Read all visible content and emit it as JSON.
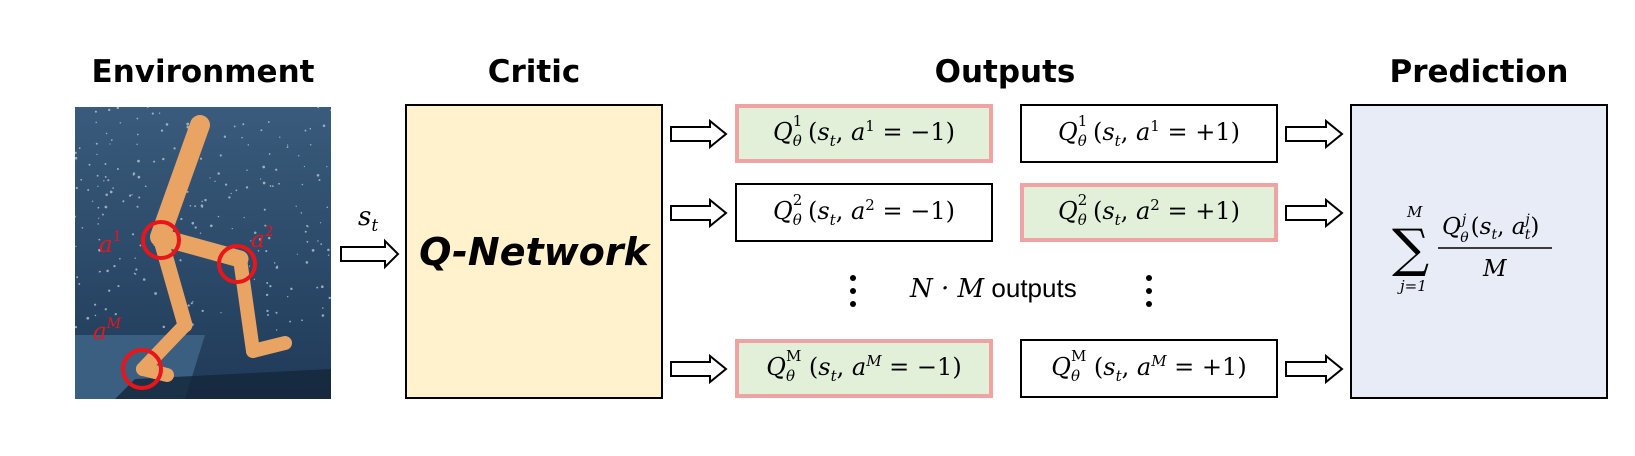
{
  "headings": {
    "environment": "Environment",
    "critic": "Critic",
    "outputs": "Outputs",
    "prediction": "Prediction"
  },
  "critic": {
    "network_label": "Q-Network"
  },
  "state_label": {
    "base": "s",
    "sub": "t"
  },
  "joint_labels": {
    "a1": "1",
    "a2": "2",
    "aM": "M"
  },
  "outputs": {
    "rows": [
      {
        "sup": "1",
        "left_value": "−1",
        "right_value": "+1",
        "highlight": "left"
      },
      {
        "sup": "2",
        "left_value": "−1",
        "right_value": "+1",
        "highlight": "right"
      },
      {
        "sup": "M",
        "left_value": "−1",
        "right_value": "+1",
        "highlight": "left"
      }
    ],
    "note_prefix": "N · M",
    "note_suffix": "outputs"
  },
  "prediction": {
    "upper_limit": "M",
    "lower_limit": "j=1",
    "denominator": "M"
  },
  "colors": {
    "critic_fill": "#fff2cc",
    "prediction_fill": "#e8ecf7",
    "highlight_fill": "#e2efd9",
    "highlight_border": "#f0a3a3",
    "environment_background": "#2c4a6a",
    "limb": "#e9a463",
    "joint_marker": "#e8151b"
  }
}
